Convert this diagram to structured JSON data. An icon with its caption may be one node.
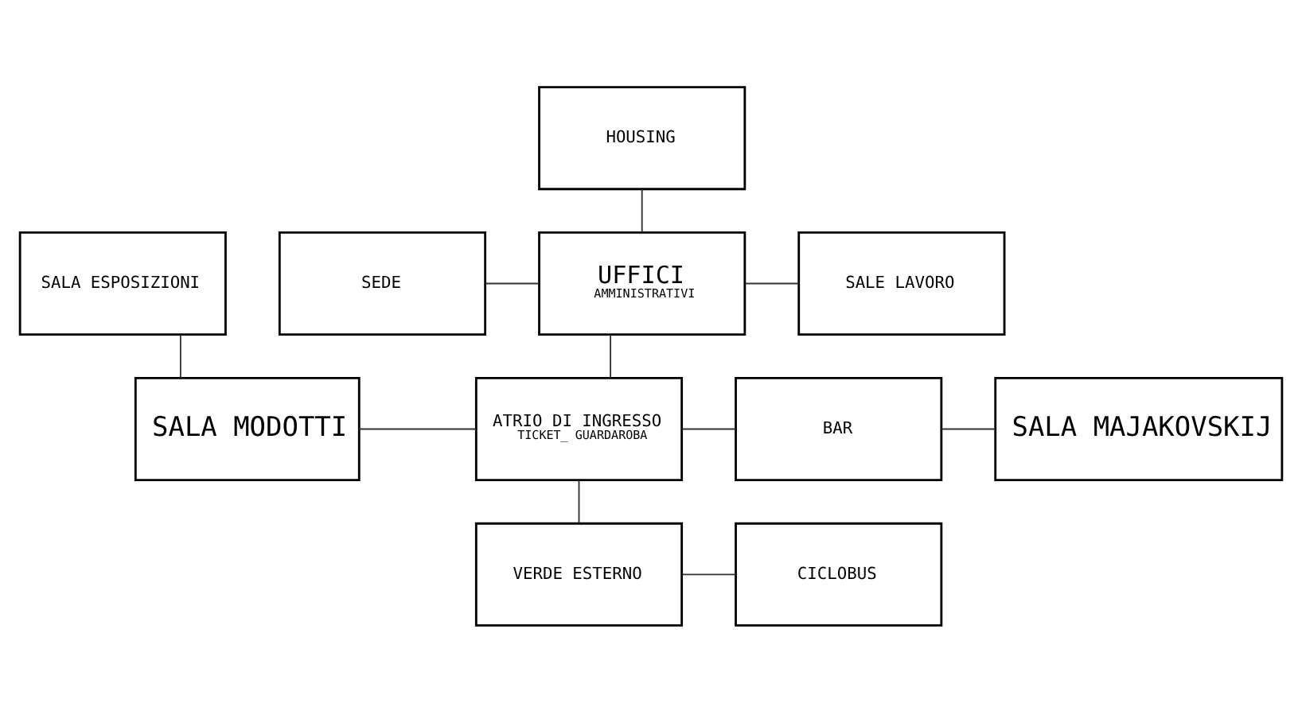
{
  "diagram": {
    "nodes": [
      {
        "text": [
          "HOUSING"
        ]
      },
      {
        "text": [
          "SEDE"
        ]
      },
      {
        "text": [
          "UFFICI",
          "AMMINISTRATIVI"
        ]
      },
      {
        "text": [
          "SALE LAVORO"
        ]
      },
      {
        "text": [
          "SALA ESPOSIZIONI"
        ]
      },
      {
        "text": [
          "SALA MODOTTI"
        ]
      },
      {
        "text": [
          "ATRIO DI INGRESSO",
          "TICKET_ GUARDAROBA"
        ]
      },
      {
        "text": [
          "BAR"
        ]
      },
      {
        "text": [
          "SALA MAJAKOVSKIJ"
        ]
      },
      {
        "text": [
          "VERDE ESTERNO"
        ]
      },
      {
        "text": [
          "CICLOBUS"
        ]
      }
    ],
    "edges": [
      {
        "from": 0,
        "to": 2,
        "arrow": "none"
      },
      {
        "from": 1,
        "to": 2,
        "arrow": "none"
      },
      {
        "from": 2,
        "to": 3,
        "arrow": "none"
      },
      {
        "from": 2,
        "to": 6,
        "arrow": "none"
      },
      {
        "from": 4,
        "to": 5,
        "arrow": "none"
      },
      {
        "from": 5,
        "to": 6,
        "arrow": "none"
      },
      {
        "from": 6,
        "to": 7,
        "arrow": "none"
      },
      {
        "from": 7,
        "to": 8,
        "arrow": "none"
      },
      {
        "from": 6,
        "to": 9,
        "arrow": "none"
      },
      {
        "from": 9,
        "to": 10,
        "arrow": "none"
      }
    ]
  }
}
